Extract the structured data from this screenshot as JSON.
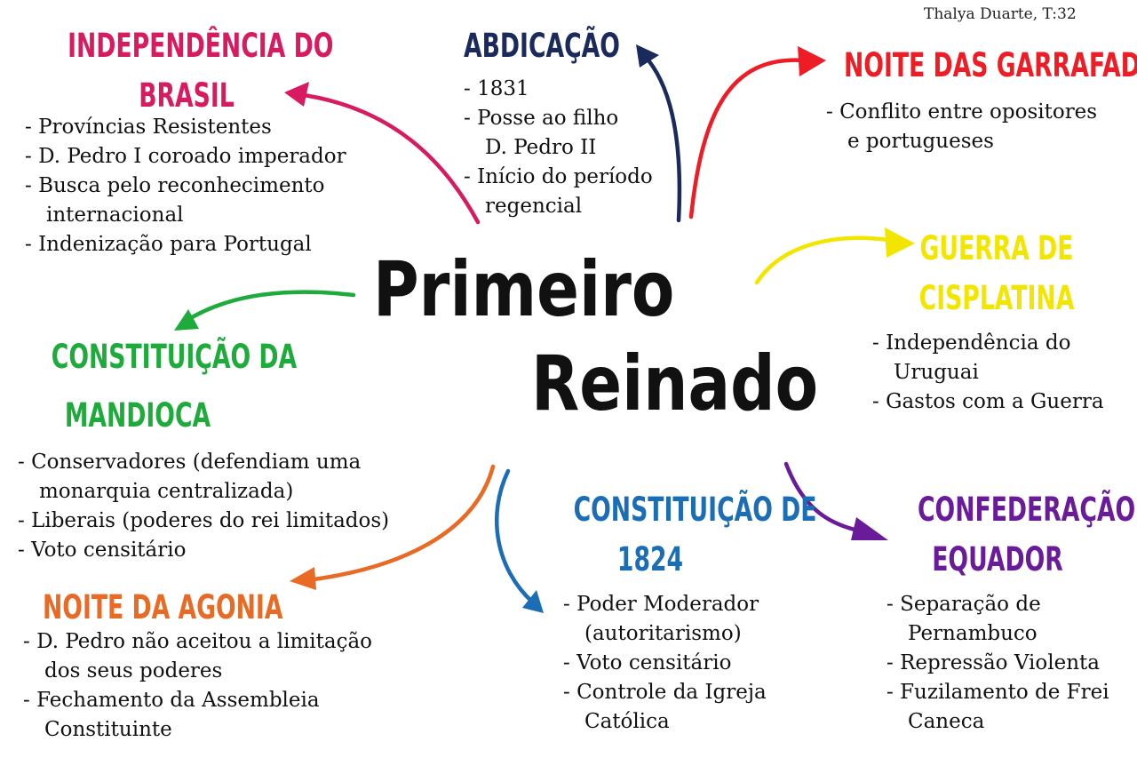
{
  "author": "Thalya Duarte, T:32",
  "center": {
    "line1": "Primeiro",
    "line2": "Reinado"
  },
  "colors": {
    "independencia": "#d81b60",
    "abdicacao": "#1a2a5c",
    "garrafadas": "#ee1c24",
    "cisplatina": "#f2e600",
    "mandioca": "#1faa3c",
    "agonia": "#e86a24",
    "c1824": "#1b6db5",
    "equador": "#6a1b9a"
  },
  "nodes": {
    "independencia": {
      "title": [
        "INDEPENDÊNCIA DO",
        "BRASIL"
      ],
      "items": [
        [
          "- Províncias Resistentes"
        ],
        [
          "- D. Pedro I coroado imperador"
        ],
        [
          "- Busca pelo reconhecimento",
          "internacional"
        ],
        [
          "- Indenização para Portugal"
        ]
      ]
    },
    "abdicacao": {
      "title": [
        "ABDICAÇÃO"
      ],
      "items": [
        [
          "- 1831"
        ],
        [
          "- Posse ao filho",
          "D. Pedro II"
        ],
        [
          "- Início do período",
          "regencial"
        ]
      ]
    },
    "garrafadas": {
      "title": [
        "NOITE DAS GARRAFADAS"
      ],
      "items": [
        [
          "- Conflito entre opositores",
          "e portugueses"
        ]
      ]
    },
    "cisplatina": {
      "title": [
        "GUERRA DE",
        "CISPLATINA"
      ],
      "items": [
        [
          "- Independência do",
          "Uruguai"
        ],
        [
          "- Gastos com a Guerra"
        ]
      ]
    },
    "mandioca": {
      "title": [
        "CONSTITUIÇÃO DA",
        "MANDIOCA"
      ],
      "items": [
        [
          "- Conservadores (defendiam uma",
          "monarquia centralizada)"
        ],
        [
          "- Liberais (poderes do rei limitados)"
        ],
        [
          "- Voto censitário"
        ]
      ]
    },
    "agonia": {
      "title": [
        "NOITE DA AGONIA"
      ],
      "items": [
        [
          "- D. Pedro não aceitou a limitação",
          "dos seus poderes"
        ],
        [
          "- Fechamento da Assembleia",
          "Constituinte"
        ]
      ]
    },
    "c1824": {
      "title": [
        "CONSTITUIÇÃO DE",
        "1824"
      ],
      "items": [
        [
          "- Poder Moderador",
          "(autoritarismo)"
        ],
        [
          "- Voto censitário"
        ],
        [
          "- Controle da Igreja",
          "Católica"
        ]
      ]
    },
    "equador": {
      "title": [
        "CONFEDERAÇÃO DO",
        "EQUADOR"
      ],
      "items": [
        [
          "- Separação de",
          "Pernambuco"
        ],
        [
          "- Repressão Violenta"
        ],
        [
          "- Fuzilamento de Frei",
          "Caneca"
        ]
      ]
    }
  }
}
